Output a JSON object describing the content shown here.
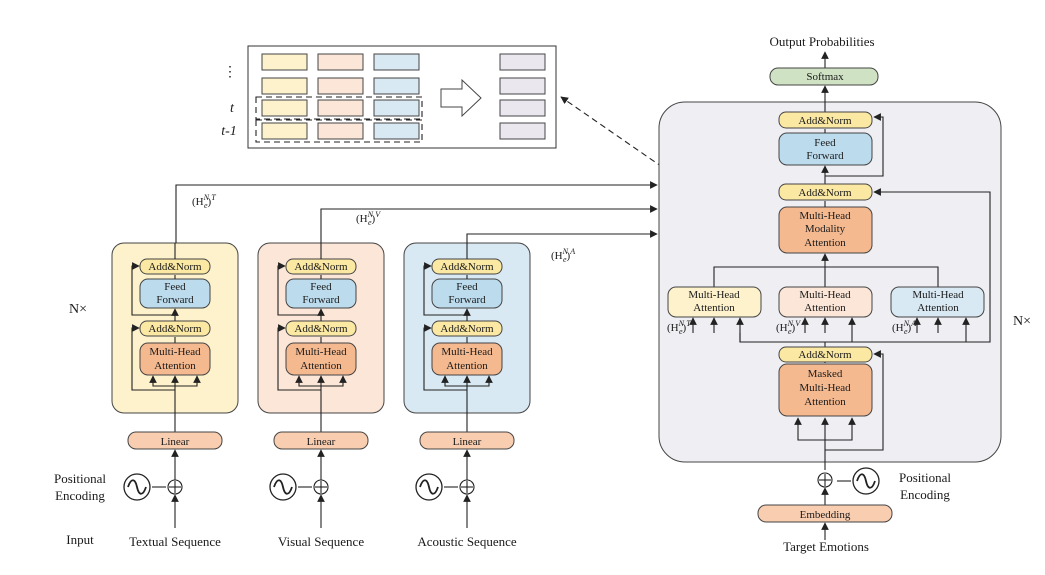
{
  "colors": {
    "textual_bg": "#fdf2cc",
    "visual_bg": "#fbe6d7",
    "acoustic_bg": "#d9e9f3",
    "decoder_bg": "#efeff3",
    "addnorm": "#fbe8a3",
    "feedforward": "#bcdcee",
    "attention": "#f5b990",
    "linear": "#f8cdb0",
    "softmax": "#cfe3c4",
    "output_bar": "#ebe7ef"
  },
  "memory": {
    "dots": "⋮",
    "label_t": "t",
    "label_t1": "t-1"
  },
  "encoders": [
    {
      "add_norm_top": "Add&Norm",
      "ff_line1": "Feed",
      "ff_line2": "Forward",
      "add_norm_bottom": "Add&Norm",
      "mha_line1": "Multi-Head",
      "mha_line2": "Attention",
      "linear": "Linear",
      "sequence": "Textual Sequence",
      "h_base": "(H",
      "h_sup": "N",
      "h_sub": "e",
      "h_mod": ")",
      "h_mod_sup": "T"
    },
    {
      "add_norm_top": "Add&Norm",
      "ff_line1": "Feed",
      "ff_line2": "Forward",
      "add_norm_bottom": "Add&Norm",
      "mha_line1": "Multi-Head",
      "mha_line2": "Attention",
      "linear": "Linear",
      "sequence": "Visual Sequence",
      "h_base": "(H",
      "h_sup": "N",
      "h_sub": "e",
      "h_mod": ")",
      "h_mod_sup": "V"
    },
    {
      "add_norm_top": "Add&Norm",
      "ff_line1": "Feed",
      "ff_line2": "Forward",
      "add_norm_bottom": "Add&Norm",
      "mha_line1": "Multi-Head",
      "mha_line2": "Attention",
      "linear": "Linear",
      "sequence": "Acoustic Sequence",
      "h_base": "(H",
      "h_sup": "N",
      "h_sub": "e",
      "h_mod": ")",
      "h_mod_sup": "A"
    }
  ],
  "labels": {
    "nx_left": "N×",
    "nx_right": "N×",
    "positional_line1": "Positional",
    "positional_line2": "Encoding",
    "input": "Input",
    "tilde": "~",
    "plus": "⊕",
    "minus": "—",
    "sin_symbol": "∿"
  },
  "decoder": {
    "output_probabilities": "Output Probabilities",
    "softmax": "Softmax",
    "add_norm_top": "Add&Norm",
    "ff_line1": "Feed",
    "ff_line2": "Forward",
    "add_norm_mid": "Add&Norm",
    "mma_line1": "Multi-Head",
    "mma_line2": "Modality",
    "mma_line3": "Attention",
    "cross": [
      {
        "line1": "Multi-Head",
        "line2": "Attention",
        "h_mod_sup": "T"
      },
      {
        "line1": "Multi-Head",
        "line2": "Attention",
        "h_mod_sup": "V"
      },
      {
        "line1": "Multi-Head",
        "line2": "Attention",
        "h_mod_sup": "A"
      }
    ],
    "h_base": "(H",
    "h_sup": "N",
    "h_sub": "e",
    "h_mod": ")",
    "add_norm_low": "Add&Norm",
    "masked_line1": "Masked",
    "masked_line2": "Multi-Head",
    "masked_line3": "Attention",
    "positional_line1": "Positional",
    "positional_line2": "Encoding",
    "embedding": "Embedding",
    "target": "Target Emotions"
  }
}
